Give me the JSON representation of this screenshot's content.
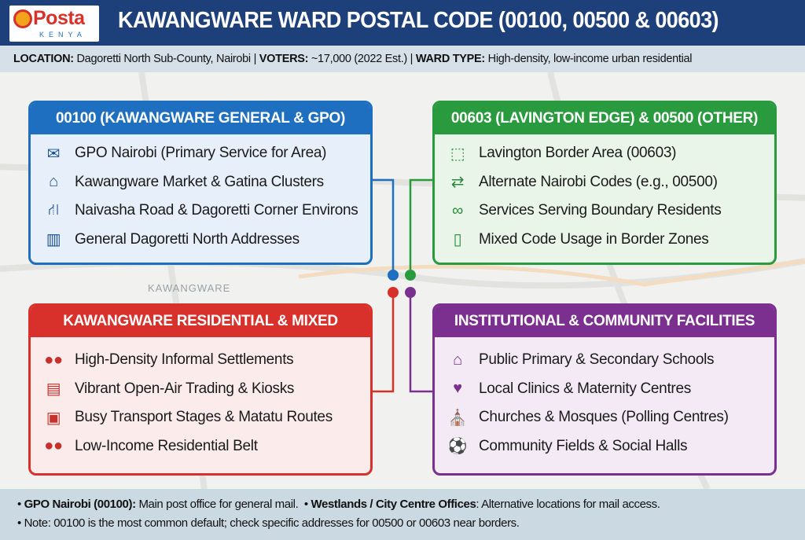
{
  "header": {
    "logo_text": "Posta",
    "logo_sub": "KENYA",
    "title": "KAWANGWARE WARD POSTAL CODE (00100, 00500 & 00603)"
  },
  "subheader": {
    "location_label": "LOCATION:",
    "location": "Dagoretti North Sub-County, Nairobi |",
    "voters_label": "VOTERS:",
    "voters": "~17,000 (2022 Est.) |",
    "type_label": "WARD TYPE:",
    "type": "High-density, low-income urban residential"
  },
  "map_label": "KAWANGWARE",
  "cards": [
    {
      "title": "00100 (KAWANGWARE GENERAL & GPO)",
      "color": "#1f6fc0",
      "items": [
        {
          "icon": "mail-icon",
          "text": "GPO Nairobi (Primary Service for Area)"
        },
        {
          "icon": "house-icon",
          "text": "Kawangware Market & Gatina Clusters"
        },
        {
          "icon": "road-icon",
          "text": "Naivasha Road & Dagoretti Corner Environs"
        },
        {
          "icon": "building-icon",
          "text": "General Dagoretti North Addresses"
        }
      ]
    },
    {
      "title": "00603 (LAVINGTON EDGE) & 00500 (OTHER)",
      "color": "#2a9a3e",
      "items": [
        {
          "icon": "border-area-icon",
          "text": "Lavington Border Area (00603)"
        },
        {
          "icon": "swap-icon",
          "text": "Alternate Nairobi Codes (e.g., 00500)"
        },
        {
          "icon": "link-icon",
          "text": "Services Serving Boundary Residents"
        },
        {
          "icon": "map-icon",
          "text": "Mixed Code Usage in Border Zones"
        }
      ]
    },
    {
      "title": "KAWANGWARE RESIDENTIAL & MIXED",
      "color": "#d8312c",
      "items": [
        {
          "icon": "people-icon",
          "text": "High-Density Informal Settlements"
        },
        {
          "icon": "kiosk-icon",
          "text": "Vibrant Open-Air Trading & Kiosks"
        },
        {
          "icon": "bus-icon",
          "text": "Busy Transport Stages & Matatu Routes"
        },
        {
          "icon": "people-icon",
          "text": "Low-Income Residential Belt"
        }
      ]
    },
    {
      "title": "INSTITUTIONAL & COMMUNITY FACILITIES",
      "color": "#7b2f8e",
      "items": [
        {
          "icon": "school-icon",
          "text": "Public Primary & Secondary Schools"
        },
        {
          "icon": "heart-pulse-icon",
          "text": "Local Clinics & Maternity Centres"
        },
        {
          "icon": "church-icon",
          "text": "Churches & Mosques (Polling Centres)"
        },
        {
          "icon": "sports-icon",
          "text": "Community Fields & Social Halls"
        }
      ]
    }
  ],
  "footer": {
    "l1_b1": "GPO Nairobi (00100):",
    "l1_t1": "Main post office for general mail.",
    "l1_b2": "Westlands / City Centre Offices",
    "l1_t2": ": Alternative locations for mail access.",
    "l2": "Note: 00100 is the most common default; check specific addresses for 00500 or 00603 near borders."
  }
}
